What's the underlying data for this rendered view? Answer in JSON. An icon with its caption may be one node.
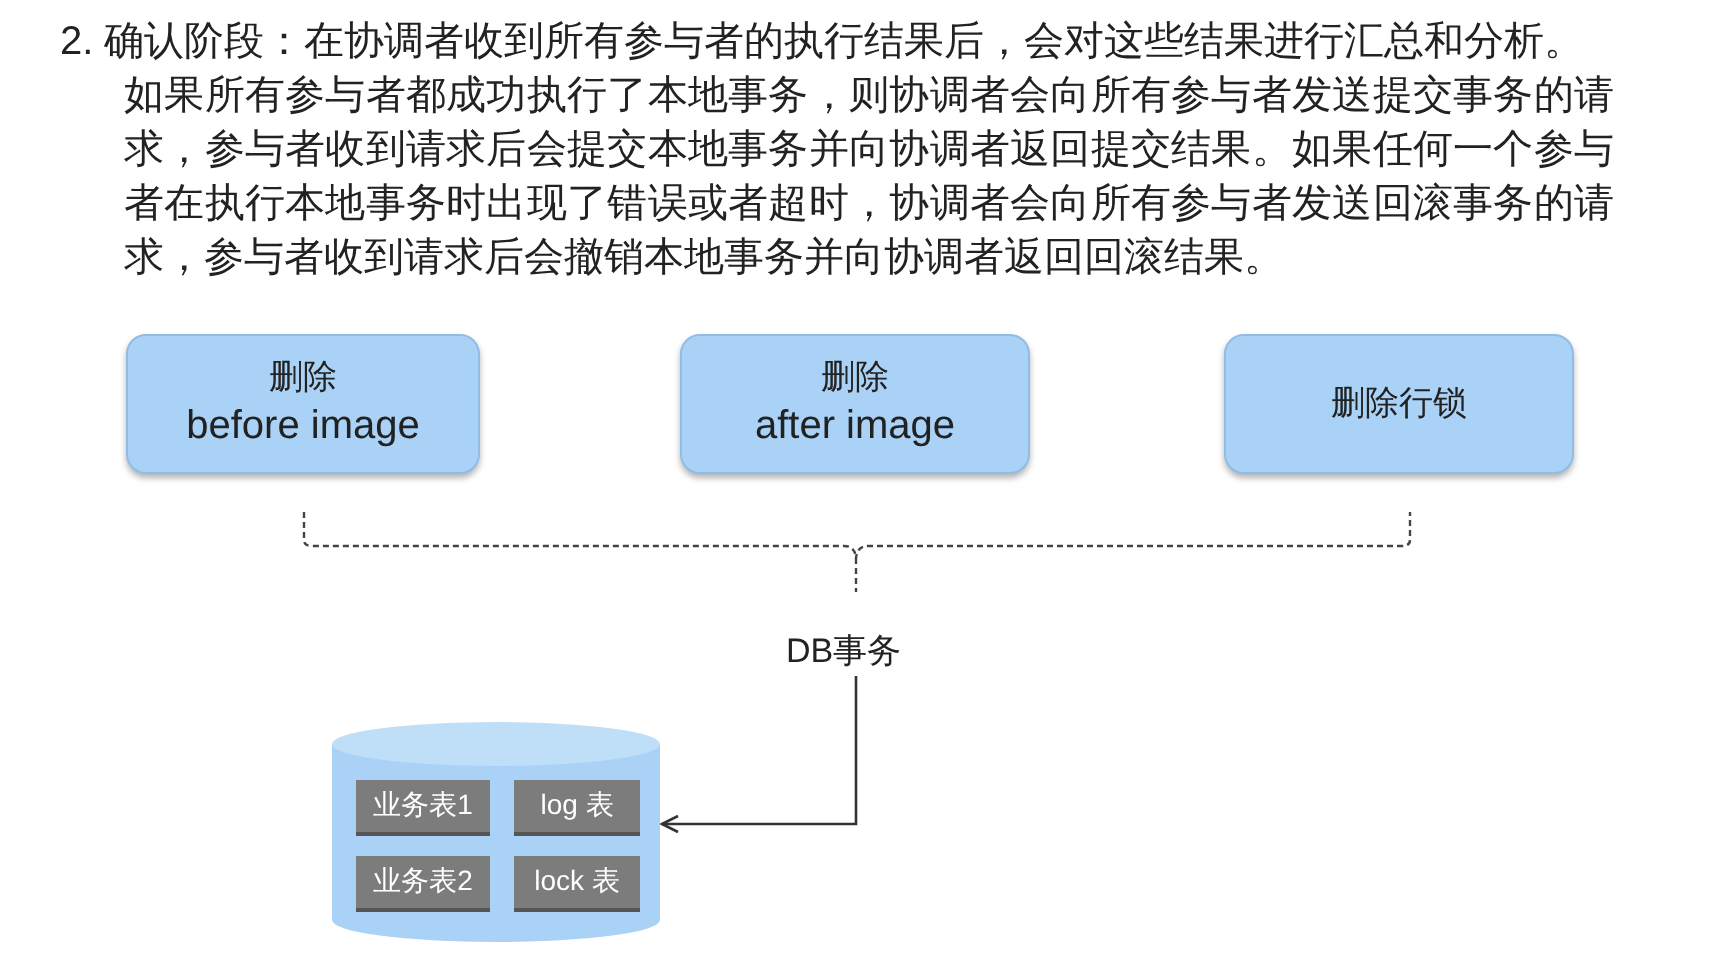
{
  "diagram": {
    "nodes": [
      {
        "text": [
          "删除",
          "before image"
        ]
      },
      {
        "text": [
          "删除",
          "after image"
        ]
      },
      {
        "text": [
          "删除行锁"
        ]
      },
      {
        "text": [
          "DB事务"
        ]
      },
      {
        "text": [],
        "shape": "cylinder"
      },
      {
        "text": [
          "业务表1"
        ],
        "in": 4
      },
      {
        "text": [
          "log 表"
        ],
        "in": 4
      },
      {
        "text": [
          "业务表2"
        ],
        "in": 4
      },
      {
        "text": [
          "lock 表"
        ],
        "in": 4
      }
    ],
    "edges": [
      {
        "from": 3,
        "to": 4,
        "arrow": "to"
      }
    ],
    "labels": [
      "2. 确认阶段：在协调者收到所有参与者的执行结果后，会对这些结果进行汇总和分析。",
      "如果所有参与者都成功执行了本地事务，则协调者会向所有参与者发送提交事务的请求，参与者收到请求后会提交本地事务并向协调者返回提交结果。如果任何一个参与者在执行本地事务时出现了错误或者超时，协调者会向所有参与者发送回滚事务的请求，参与者收到请求后会撤销本地事务并向协调者返回回滚结果。"
    ]
  }
}
